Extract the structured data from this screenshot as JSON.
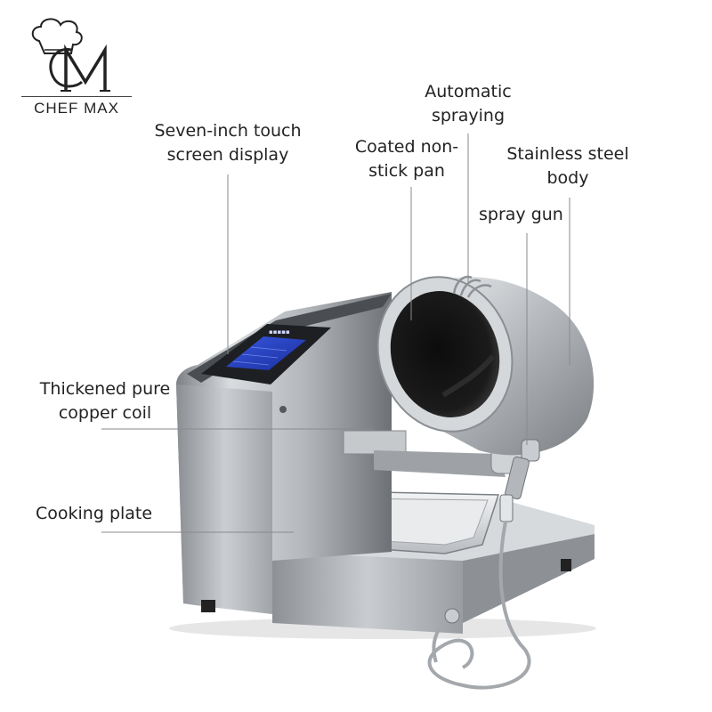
{
  "brand": {
    "name": "CHEF MAX",
    "monogram": "CM"
  },
  "labels": {
    "touch_screen": [
      "Seven-inch touch",
      "screen display"
    ],
    "automatic_spraying": [
      "Automatic",
      "spraying"
    ],
    "nonstick_pan": [
      "Coated non-",
      "stick pan"
    ],
    "stainless_body": [
      "Stainless steel",
      "body"
    ],
    "spray_gun": "spray gun",
    "copper_coil": [
      "Thickened pure",
      "copper coil"
    ],
    "cooking_plate": "Cooking plate"
  },
  "colors": {
    "steel_light": "#e4e6e8",
    "steel_mid": "#a9adb1",
    "steel_dark": "#5b5f63",
    "screen_blue": "#2a49c9",
    "leader_line": "#8a8a8a"
  }
}
